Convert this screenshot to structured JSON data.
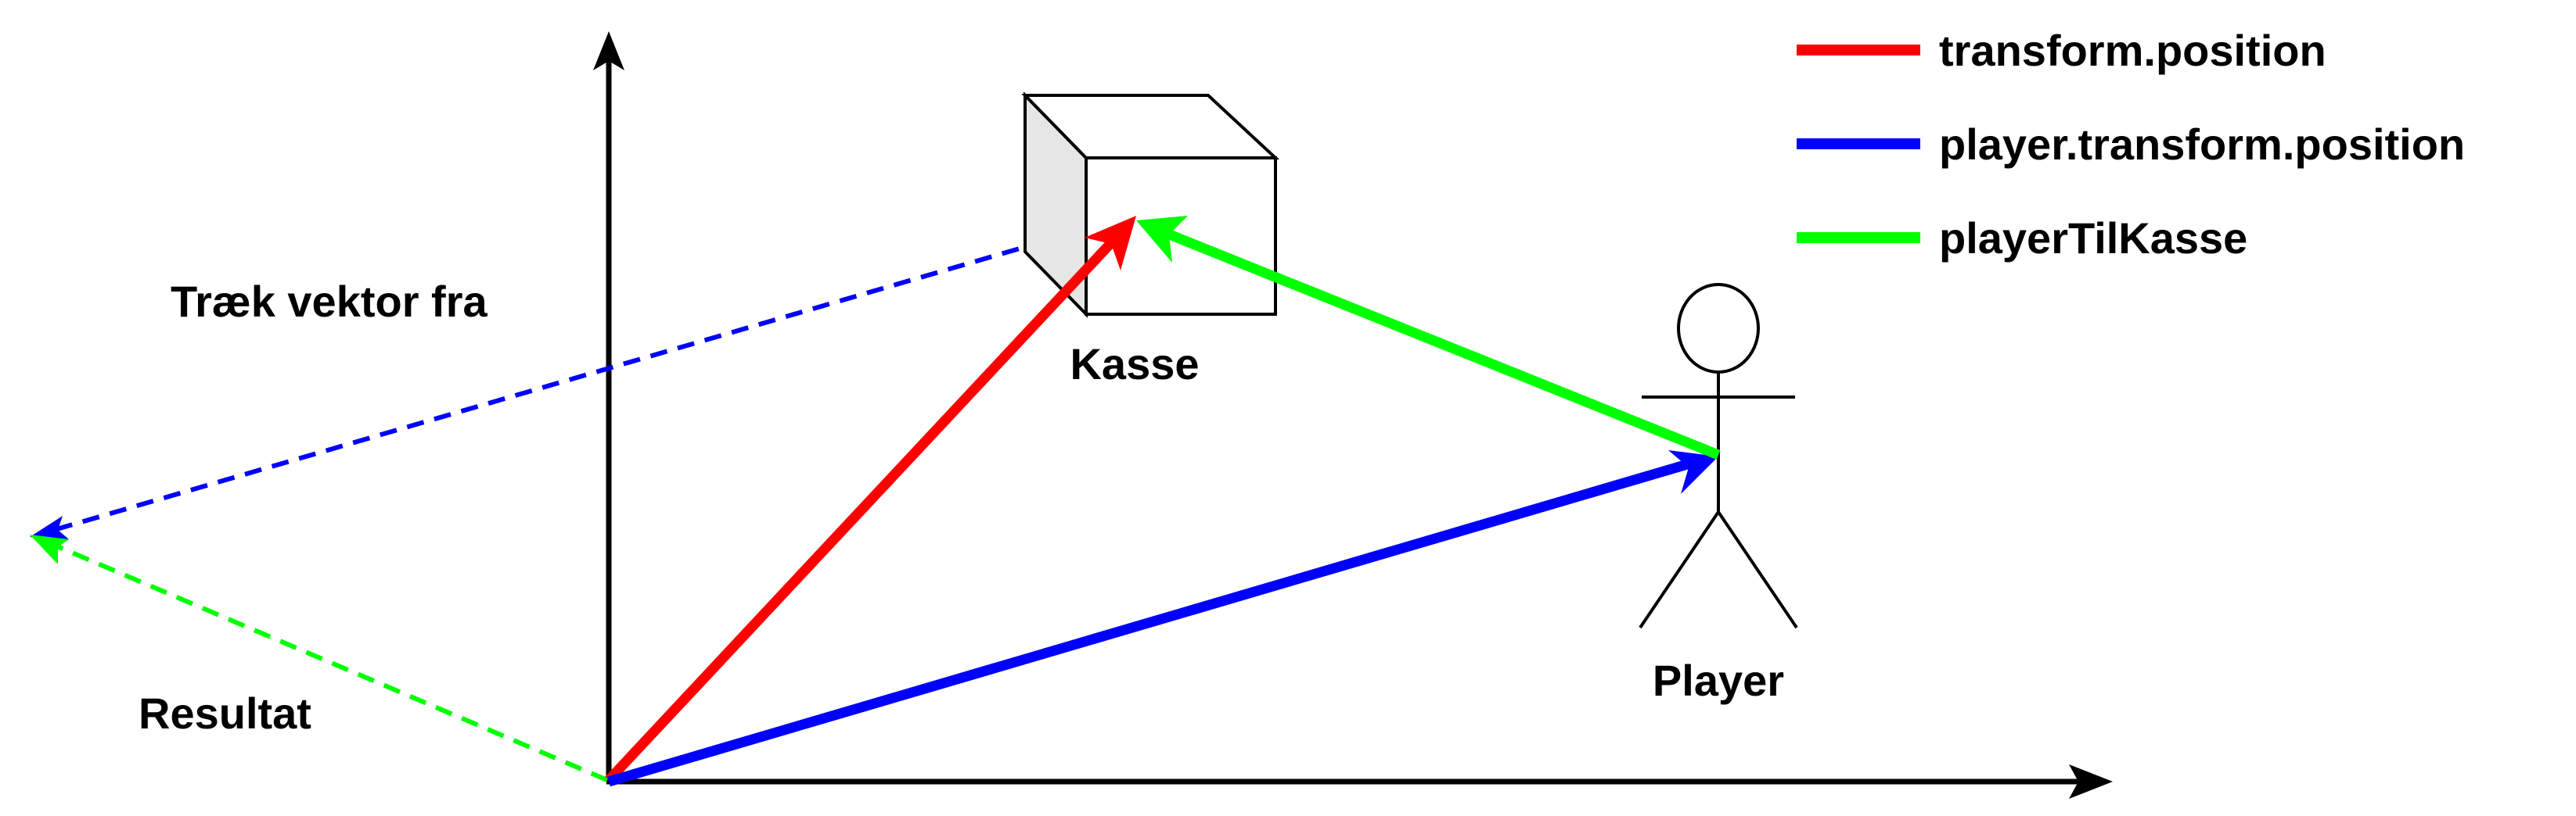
{
  "legend": [
    {
      "label": "transform.position",
      "color": "#ff0000"
    },
    {
      "label": "player.transform.position",
      "color": "#0000ff"
    },
    {
      "label": "playerTilKasse",
      "color": "#00ff00"
    }
  ],
  "labels": {
    "kasse": "Kasse",
    "player": "Player",
    "traek": "Træk vektor fra",
    "resultat": "Resultat"
  },
  "colors": {
    "red": "#ff0000",
    "blue": "#0000ff",
    "green": "#00ff00",
    "axis": "#000000",
    "cube_side": "#e6e6e6"
  },
  "icons": {
    "cube": "cube-icon",
    "player": "stick-figure-icon"
  }
}
